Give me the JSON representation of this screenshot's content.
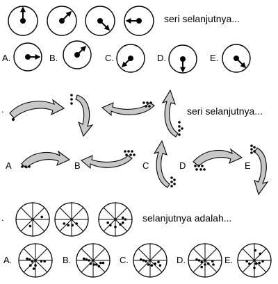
{
  "q1": {
    "prompt": "seri selanjutnya...",
    "options": [
      "A.",
      "B.",
      "C.",
      "D.",
      "E."
    ]
  },
  "q2": {
    "prefix": ".",
    "prompt": "seri selanjutnya...",
    "options": [
      "A",
      "B",
      "C",
      "D",
      "E"
    ]
  },
  "q3": {
    "prefix": ".",
    "prompt": "selanjutnya adalah...",
    "options": [
      "A.",
      "B.",
      "C.",
      "D.",
      "E."
    ]
  },
  "colors": {
    "ink": "#000000",
    "shade": "#c8c8c8",
    "paper": "#ffffff"
  },
  "icons": [
    "clock-arrow-icon",
    "curved-arrow-icon",
    "dotted-pie-icon"
  ]
}
